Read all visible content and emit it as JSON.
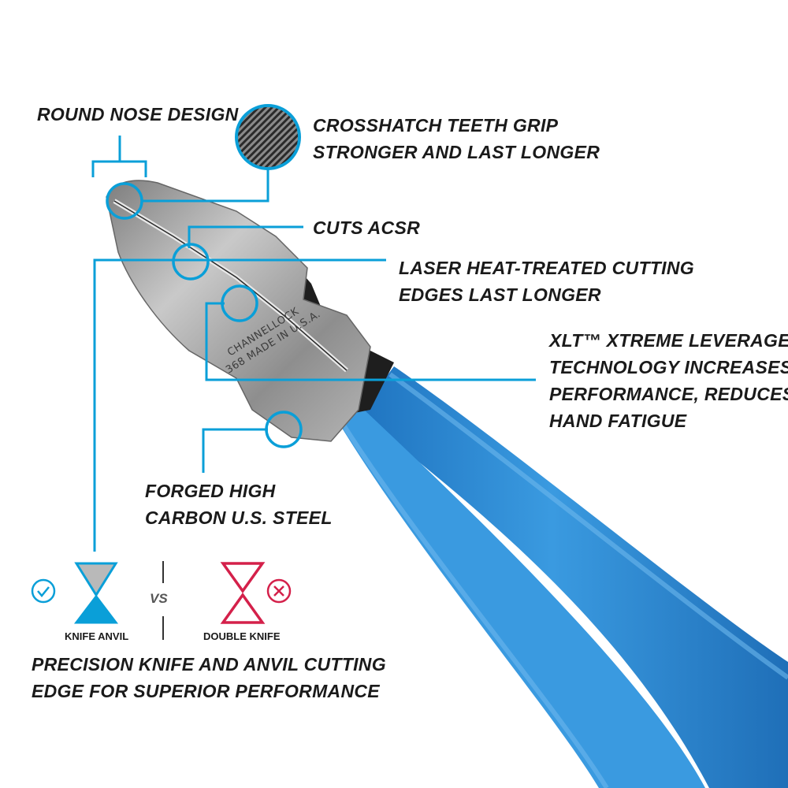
{
  "colors": {
    "accent": "#0a9fd8",
    "handle": "#2e8fd6",
    "handle_shade": "#1f6fb8",
    "steel": "#9a9a9a",
    "steel_dark": "#555555",
    "negative": "#d4204a",
    "text": "#1a1a1a"
  },
  "callouts": {
    "round_nose": "ROUND NOSE DESIGN",
    "crosshatch": [
      "CROSSHATCH TEETH GRIP",
      "STRONGER AND LAST LONGER"
    ],
    "cuts_acsr": "CUTS ACSR",
    "laser": [
      "LASER HEAT-TREATED CUTTING",
      "EDGES LAST LONGER"
    ],
    "xlt": [
      "XLT™ XTREME LEVERAGE",
      "TECHNOLOGY INCREASES",
      "PERFORMANCE, REDUCES",
      "HAND FATIGUE"
    ],
    "forged": [
      "FORGED HIGH",
      "CARBON U.S. STEEL"
    ],
    "precision": [
      "PRECISION KNIFE AND ANVIL CUTTING",
      "EDGE FOR SUPERIOR PERFORMANCE"
    ]
  },
  "comparison": {
    "left_label": "KNIFE ANVIL",
    "vs_label": "VS",
    "right_label": "DOUBLE KNIFE",
    "left_icon": "check-circle-icon",
    "right_icon": "x-circle-icon"
  },
  "engraving": {
    "line1": "CHANNELLOCK",
    "line2": "368 MADE IN U.S.A."
  }
}
